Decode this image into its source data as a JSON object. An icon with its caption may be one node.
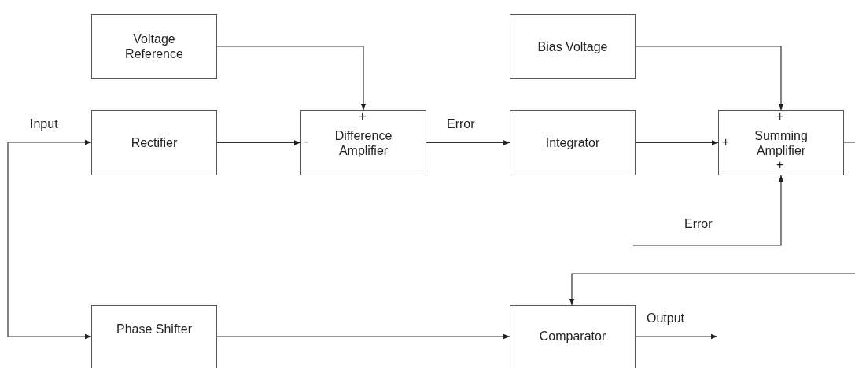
{
  "diagram": {
    "nodes": [
      {
        "text": [
          "Voltage Reference"
        ]
      },
      {
        "text": [
          "Bias Voltage"
        ]
      },
      {
        "text": [
          "Rectifier"
        ]
      },
      {
        "text": [
          "Difference Amplifier"
        ]
      },
      {
        "text": [
          "Integrator"
        ]
      },
      {
        "text": [
          "Summing Amplifier"
        ]
      },
      {
        "text": [
          "Phase Shifter"
        ]
      },
      {
        "text": [
          "Comparator"
        ]
      }
    ],
    "edges": [
      {
        "from": 0,
        "to": 3,
        "arrow": "to"
      },
      {
        "from": 1,
        "to": 5,
        "arrow": "to"
      },
      {
        "from": null,
        "to": 2,
        "arrow": "to",
        "label": "Input"
      },
      {
        "from": null,
        "to": 6,
        "arrow": "to"
      },
      {
        "from": 2,
        "to": 3,
        "arrow": "to"
      },
      {
        "from": 3,
        "to": 4,
        "arrow": "to",
        "label": "Error"
      },
      {
        "from": 4,
        "to": 5,
        "arrow": "to"
      },
      {
        "from": null,
        "to": 5,
        "arrow": "to",
        "label": "Error"
      },
      {
        "from": 5,
        "to": 7,
        "arrow": "to"
      },
      {
        "from": 6,
        "to": 7,
        "arrow": "to"
      },
      {
        "from": 7,
        "to": null,
        "arrow": "to",
        "label": "Output"
      }
    ],
    "labels": [
      "+",
      "-",
      "+",
      "+",
      "+"
    ]
  }
}
